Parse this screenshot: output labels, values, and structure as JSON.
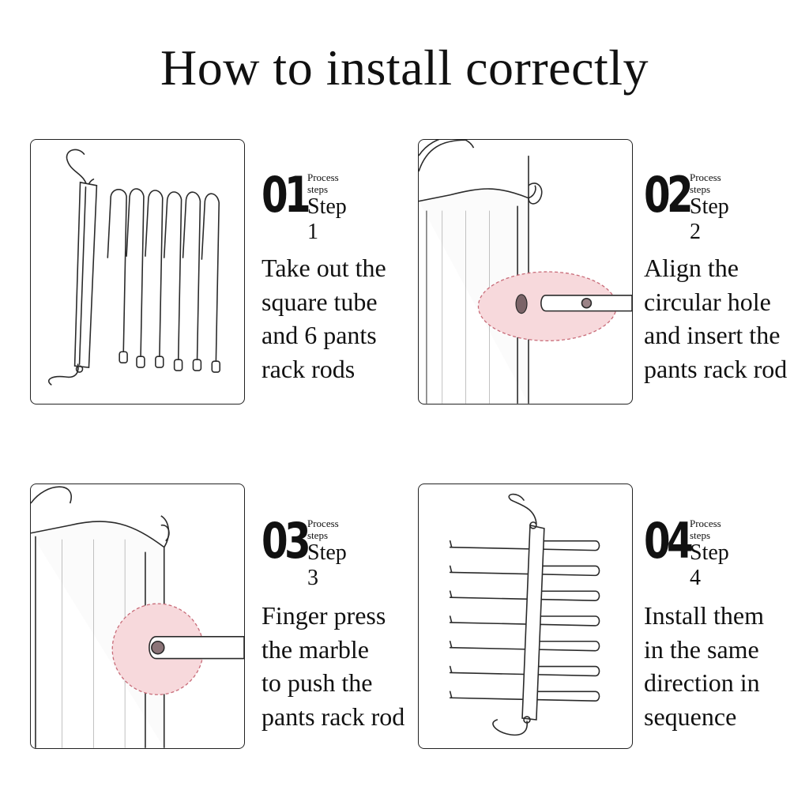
{
  "title": "How to install correctly",
  "steps": [
    {
      "number": "01",
      "process": "Process\nsteps",
      "label": "Step 1",
      "description": "Take out the\nsquare tube\nand 6 pants\nrack rods"
    },
    {
      "number": "02",
      "process": "Process\nsteps",
      "label": "Step 2",
      "description": "Align the\ncircular hole\nand insert the\npants rack rod"
    },
    {
      "number": "03",
      "process": "Process\nsteps",
      "label": "Step 3",
      "description": "Finger press\nthe marble\nto push the\npants rack rod"
    },
    {
      "number": "04",
      "process": "Process\nsteps",
      "label": "Step 4",
      "description": "Install them\nin the same\ndirection in\nsequence"
    }
  ],
  "colors": {
    "highlight": "#f7d9dc",
    "highlight_border": "#c86b78",
    "line": "#2a2a2a"
  }
}
